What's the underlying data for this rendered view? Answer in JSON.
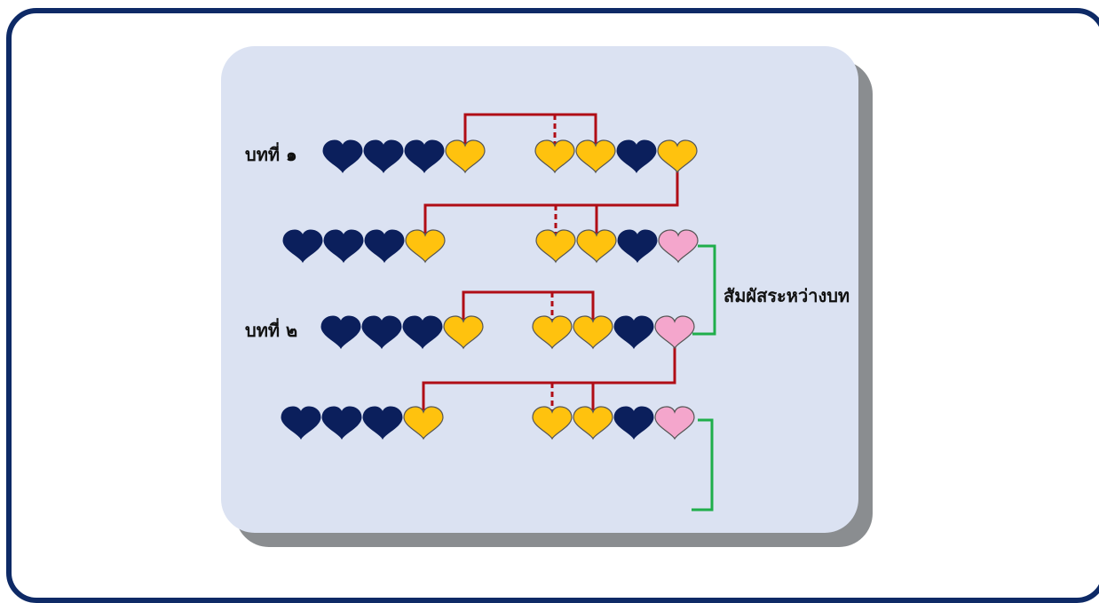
{
  "colors": {
    "frame_border": "#0e2a66",
    "panel": "#dbe2f2",
    "panel_shadow": "#8a8d90",
    "heart_navy": "#0b1f5c",
    "heart_gold": "#ffc20e",
    "heart_pink": "#f4a6cc",
    "red_line": "#b00d16",
    "green_line": "#1fae4b"
  },
  "labels": {
    "stanza1": "บทที่ ๑",
    "stanza2": "บทที่ ๒",
    "inter_stanza_rhyme": "สัมผัสระหว่างบท"
  },
  "rows": [
    {
      "left": [
        "navy",
        "navy",
        "navy",
        "gold"
      ],
      "right": [
        "gold",
        "gold",
        "navy",
        "gold"
      ]
    },
    {
      "left": [
        "navy",
        "navy",
        "navy",
        "gold"
      ],
      "right": [
        "gold",
        "gold",
        "navy",
        "pink"
      ]
    },
    {
      "left": [
        "navy",
        "navy",
        "navy",
        "gold"
      ],
      "right": [
        "gold",
        "gold",
        "navy",
        "pink"
      ]
    },
    {
      "left": [
        "navy",
        "navy",
        "navy",
        "gold"
      ],
      "right": [
        "gold",
        "gold",
        "navy",
        "pink"
      ]
    }
  ]
}
